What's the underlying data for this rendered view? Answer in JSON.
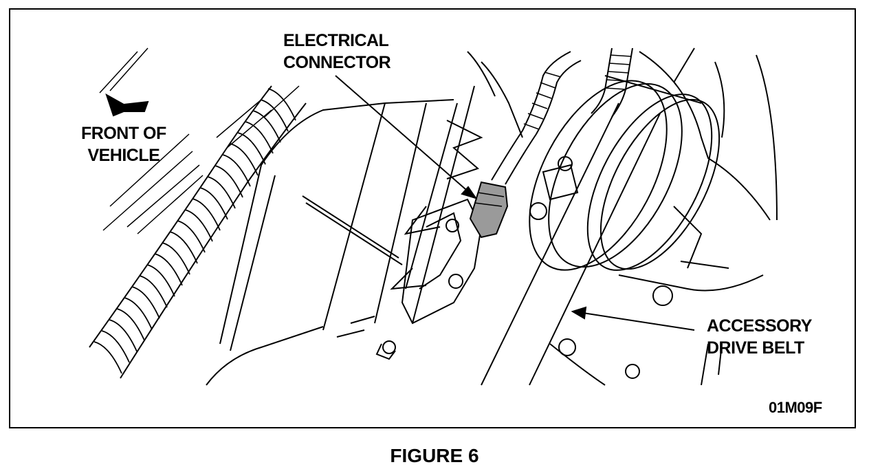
{
  "figure": {
    "labels": {
      "electrical_connector": "ELECTRICAL\nCONNECTOR",
      "front_of_vehicle": "FRONT OF\nVEHICLE",
      "accessory_drive_belt": "ACCESSORY\nDRIVE BELT",
      "figure_code": "01M09F"
    },
    "caption": "FIGURE 6"
  }
}
